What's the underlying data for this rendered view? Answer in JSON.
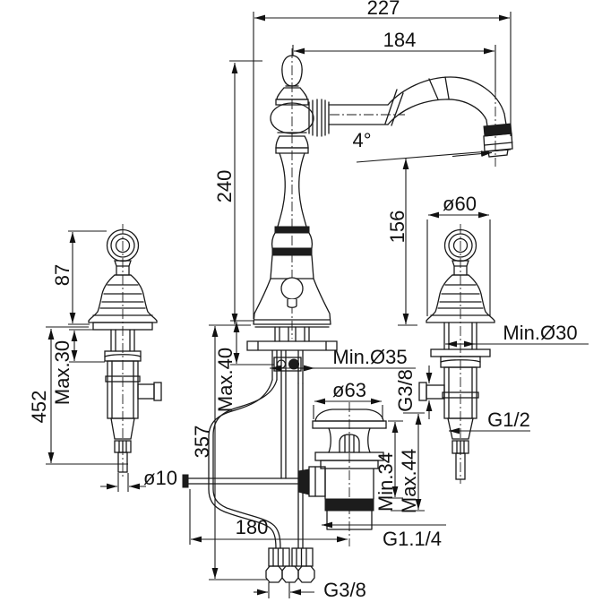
{
  "colors": {
    "line": "#1a1a1a",
    "background": "#ffffff",
    "dark_fill": "#1c1c1c"
  },
  "dims": {
    "overall": "227",
    "reach": "184",
    "height": "240",
    "outlet_height": "156",
    "angle": "4°",
    "handle_d": "ø60",
    "handle_h": "87",
    "deck_max_handle": "Max.30",
    "handle_len": "452",
    "rod_d": "ø10",
    "deck_max_body": "Max.40",
    "hose_len": "357",
    "hole_min_body": "Min.Ø35",
    "hole_min_handle": "Min.Ø30",
    "waste_d": "ø63",
    "outlet_thread": "G3/8",
    "inlet_thread": "G1/2",
    "waste_deck_min": "Min.34",
    "waste_deck_max": "Max.44",
    "rod_reach": "180",
    "waste_thread": "G1.1/4",
    "supply_thread": "G3/8"
  }
}
